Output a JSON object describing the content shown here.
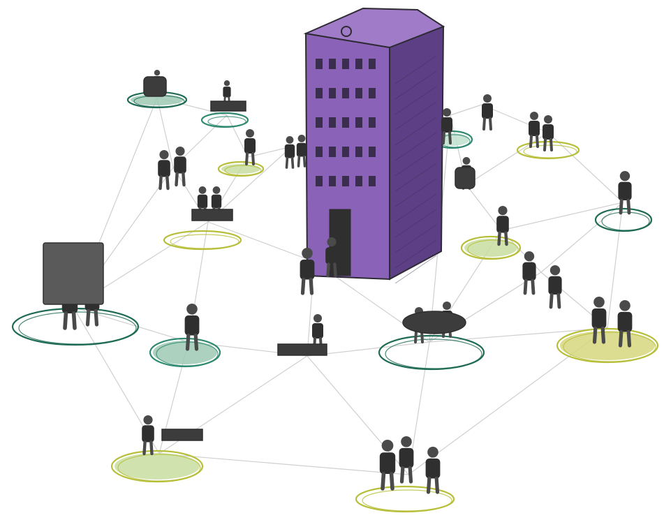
{
  "palette": {
    "background": "#ffffff",
    "building_light": "#9f7bc8",
    "building_mid": "#8a63b8",
    "building_dark": "#5d3f86",
    "building_outline": "#2e2a33",
    "window": "#3b2d4d",
    "figure": "#4a4a4a",
    "figure_dark": "#2f2f2f",
    "network_line": "#cfcfcf",
    "ring_dark_green": "#1f6b55",
    "ring_teal": "#2f8a70",
    "ring_olive": "#b7bf3a",
    "fill_light_green": "#c8dea0",
    "fill_mint": "#bfe0cf",
    "fill_olive": "#d7d77e",
    "fill_sage": "#9ec9b4"
  },
  "scene": {
    "subject": "building-network",
    "building_windows": {
      "rows": 5,
      "cols": 5
    }
  }
}
